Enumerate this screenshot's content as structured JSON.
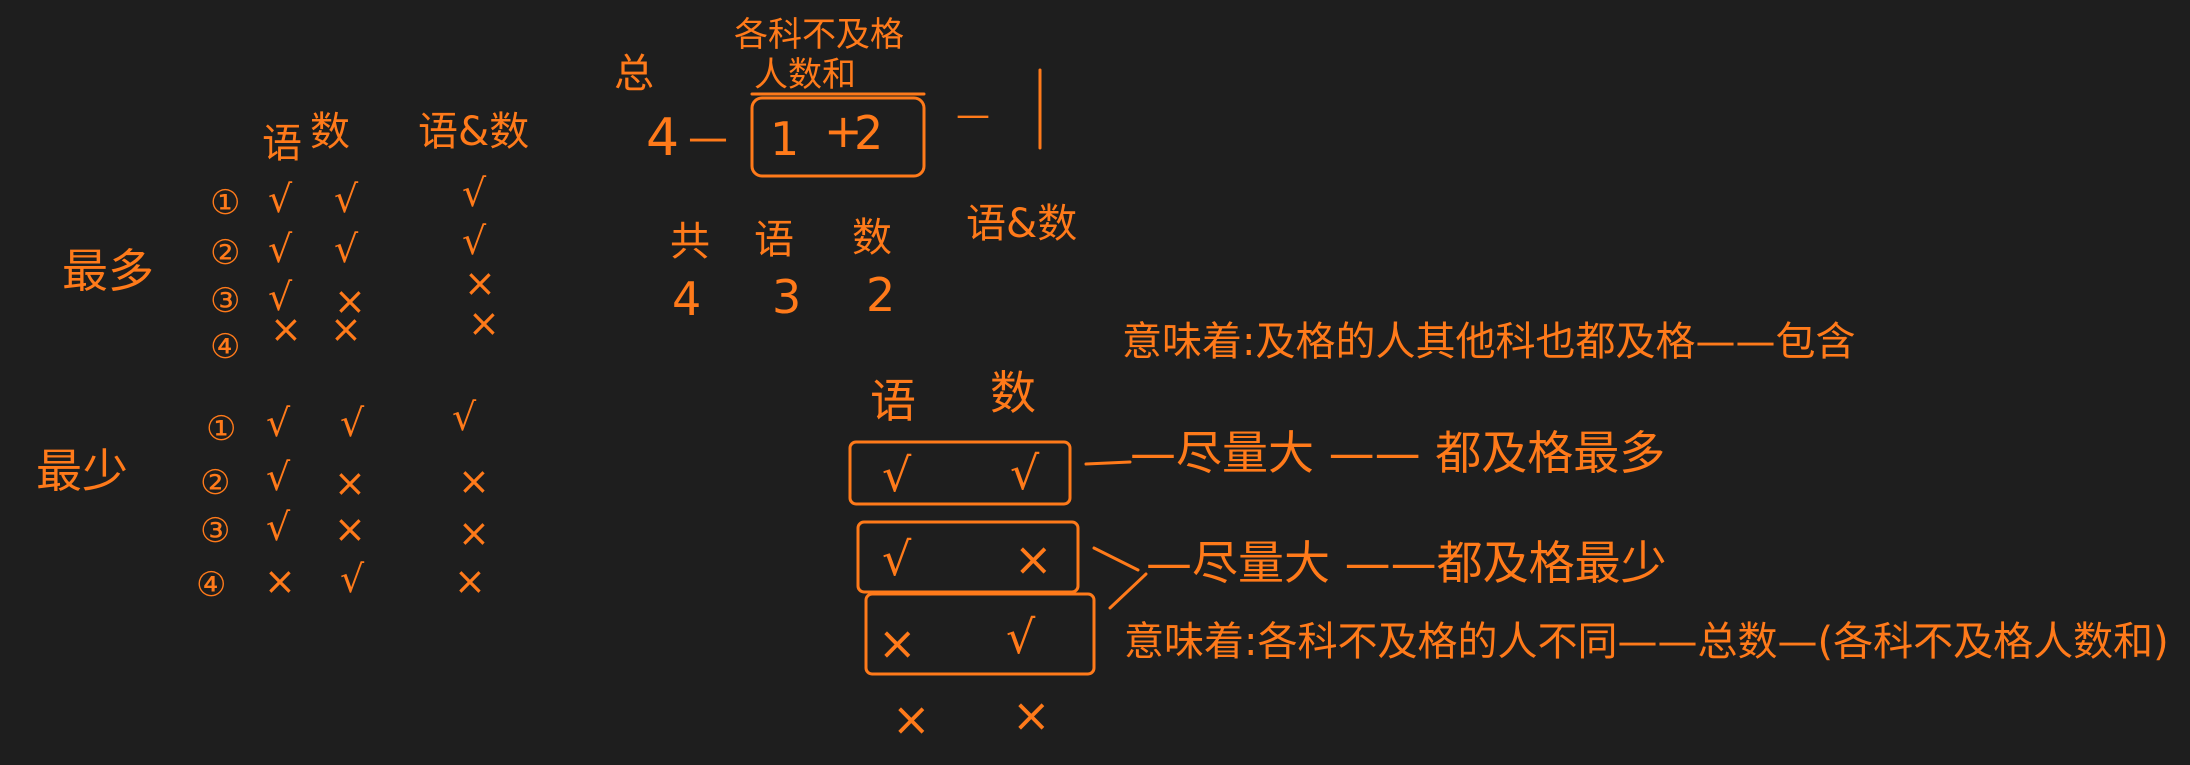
{
  "colors": {
    "background": "#1e1e1e",
    "ink": "#ff7a1a"
  },
  "left_table": {
    "col_headers": [
      "语",
      "数",
      "语&数"
    ],
    "group_max": {
      "label": "最多",
      "rows": [
        {
          "num": "①",
          "marks": [
            "√",
            "√",
            "√"
          ]
        },
        {
          "num": "②",
          "marks": [
            "√",
            "√",
            "√"
          ]
        },
        {
          "num": "③",
          "marks": [
            "√",
            "×",
            "×"
          ]
        },
        {
          "num": "④",
          "marks": [
            "×",
            "×",
            "×"
          ]
        }
      ]
    },
    "group_min": {
      "label": "最少",
      "rows": [
        {
          "num": "①",
          "marks": [
            "√",
            "√",
            "√"
          ]
        },
        {
          "num": "②",
          "marks": [
            "√",
            "×",
            "×"
          ]
        },
        {
          "num": "③",
          "marks": [
            "√",
            "×",
            "×"
          ]
        },
        {
          "num": "④",
          "marks": [
            "×",
            "√",
            "×"
          ]
        }
      ]
    }
  },
  "formula": {
    "total_label": "总",
    "sum_label_line1": "各科不及格",
    "sum_label_line2": "人数和",
    "lhs": "4",
    "minus1": "—",
    "term1": "1",
    "plus": "+",
    "term2": "2",
    "minus2": "—",
    "rhs": "1"
  },
  "counts": {
    "headers": [
      "共",
      "语",
      "数",
      "语&数"
    ],
    "values": [
      "4",
      "3",
      "2"
    ]
  },
  "middle": {
    "col_headers": [
      "语",
      "数"
    ],
    "rows": [
      {
        "a": "√",
        "b": "√"
      },
      {
        "a": "√",
        "b": "×"
      },
      {
        "a": "×",
        "b": "√"
      },
      {
        "a": "×",
        "b": "×"
      }
    ]
  },
  "notes": {
    "meaning1": "意味着:及格的人其他科也都及格——包含",
    "line1": "—尽量大 —— 都及格最多",
    "line2": "—尽量大 ——都及格最少",
    "meaning2": "意味着:各科不及格的人不同——总数—(各科不及格人数和)"
  }
}
